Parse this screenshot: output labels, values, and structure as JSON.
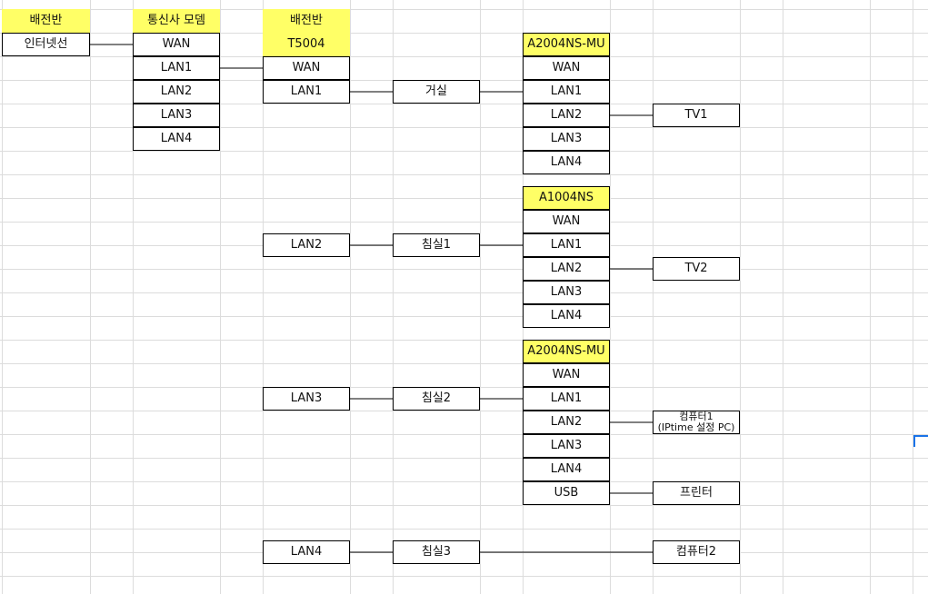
{
  "colors": {
    "highlight": "#ffff66",
    "grid": "#dcdcdc",
    "border": "#000000",
    "selection": "#1a73e8"
  },
  "col0": {
    "header": "배전반",
    "internet": "인터넷선"
  },
  "modem": {
    "header": "통신사 모뎀",
    "ports": [
      "WAN",
      "LAN1",
      "LAN2",
      "LAN3",
      "LAN4"
    ]
  },
  "panel": {
    "header": "배전반",
    "device": "T5004",
    "ports": [
      "WAN",
      "LAN1",
      "LAN2",
      "LAN3",
      "LAN4"
    ]
  },
  "rooms": {
    "living": "거실",
    "bed1": "침실1",
    "bed2": "침실2",
    "bed3": "침실3"
  },
  "router1": {
    "model": "A2004NS-MU",
    "ports": [
      "WAN",
      "LAN1",
      "LAN2",
      "LAN3",
      "LAN4"
    ]
  },
  "router2": {
    "model": "A1004NS",
    "ports": [
      "WAN",
      "LAN1",
      "LAN2",
      "LAN3",
      "LAN4"
    ]
  },
  "router3": {
    "model": "A2004NS-MU",
    "ports": [
      "WAN",
      "LAN1",
      "LAN2",
      "LAN3",
      "LAN4",
      "USB"
    ]
  },
  "devices": {
    "tv1": "TV1",
    "tv2": "TV2",
    "computer1": "컴퓨터1\n(IPtime 설정 PC)",
    "printer": "프린터",
    "computer2": "컴퓨터2"
  }
}
